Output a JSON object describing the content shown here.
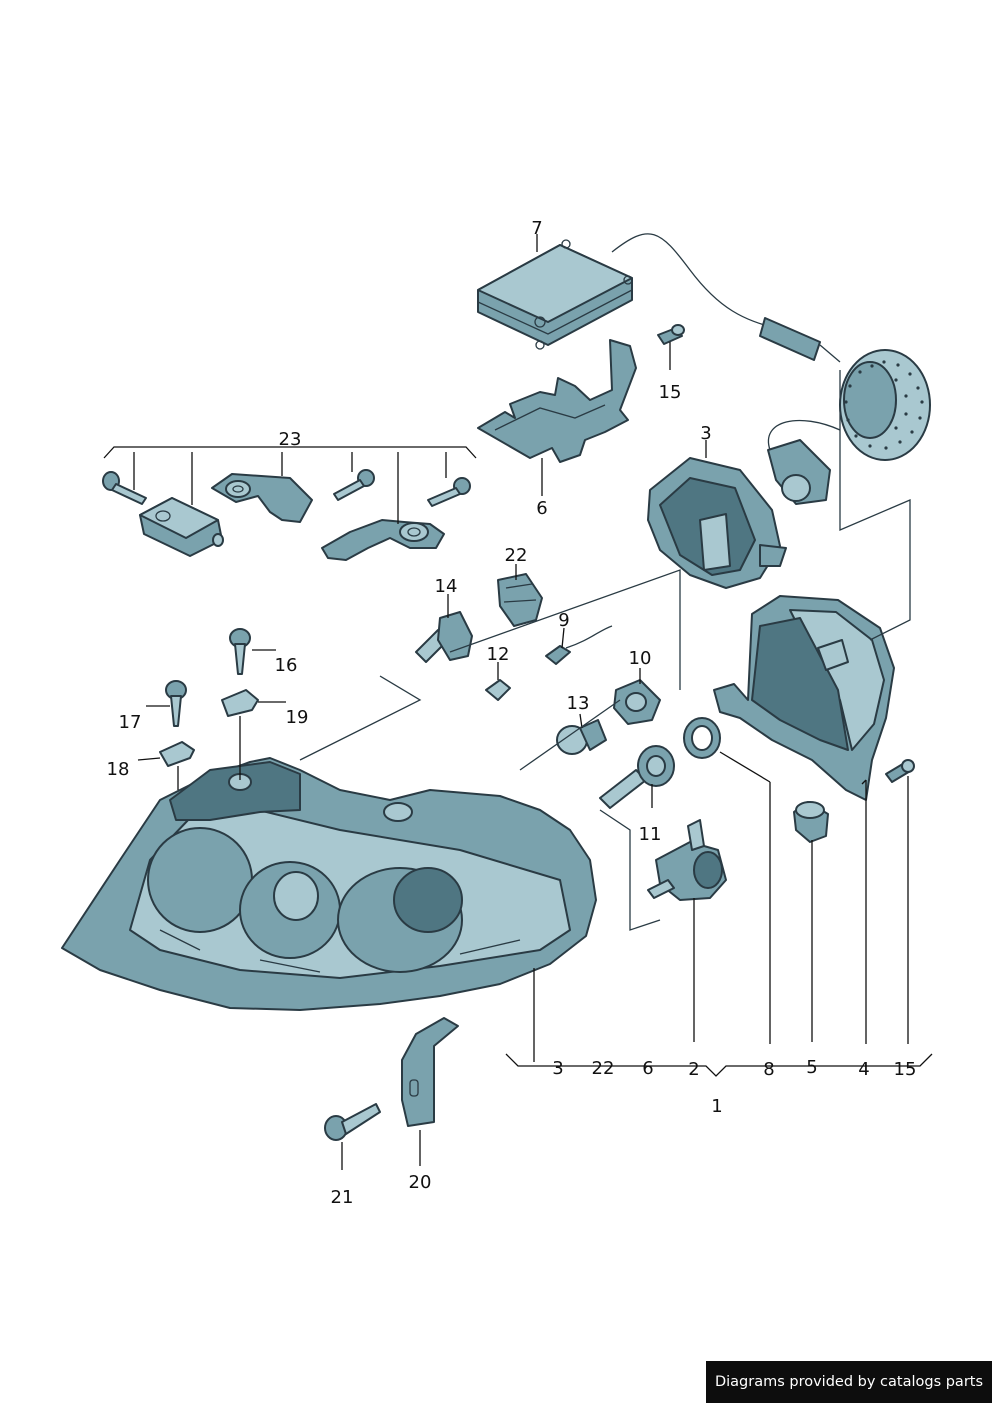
{
  "diagram": {
    "callouts": {
      "c1": "1",
      "c2": "2",
      "c3": "3",
      "c3b": "3",
      "c4": "4",
      "c5": "5",
      "c6": "6",
      "c6b": "6",
      "c7": "7",
      "c8": "8",
      "c9": "9",
      "c10": "10",
      "c11": "11",
      "c12": "12",
      "c13": "13",
      "c14": "14",
      "c15": "15",
      "c15b": "15",
      "c16": "16",
      "c17": "17",
      "c18": "18",
      "c19": "19",
      "c20": "20",
      "c21": "21",
      "c22": "22",
      "c22b": "22",
      "c23": "23"
    },
    "colors": {
      "part_fill": "#7aa2ad",
      "part_light": "#a9c8d0",
      "part_dark": "#4f7682",
      "outline": "#2a3b44"
    }
  },
  "footer": {
    "credit": "Diagrams provided by catalogs parts"
  }
}
